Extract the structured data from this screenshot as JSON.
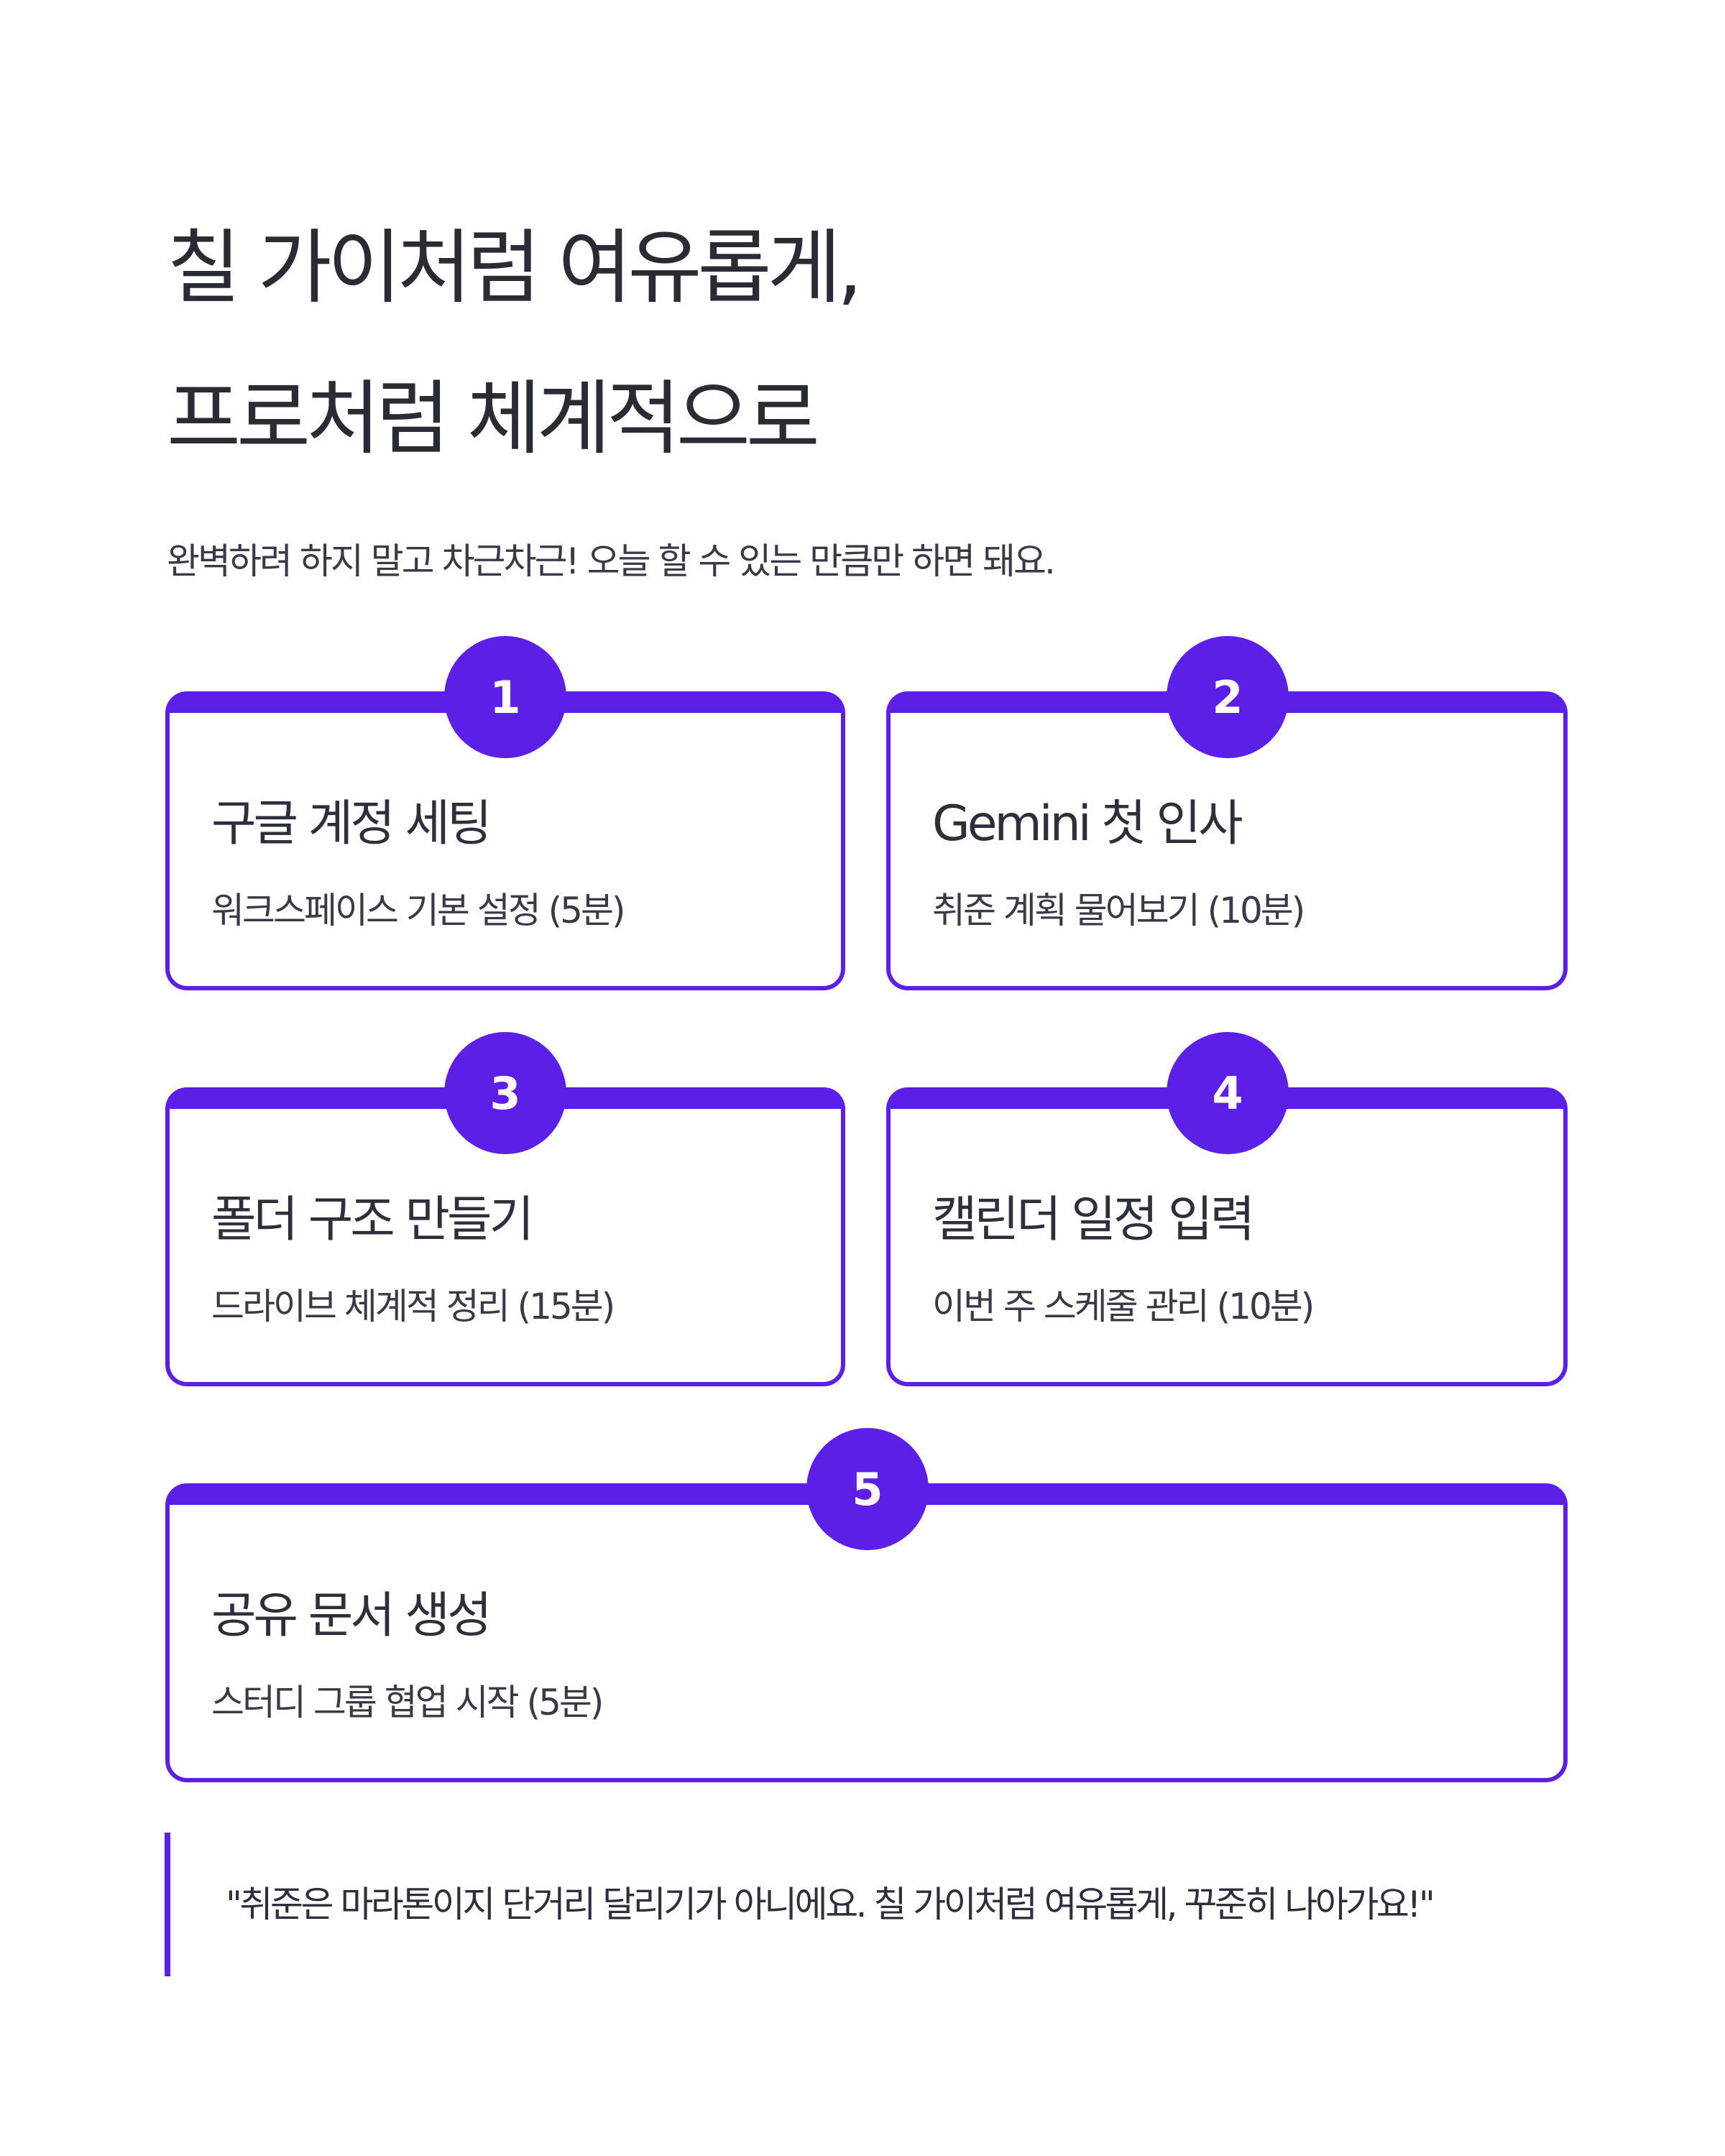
{
  "header": {
    "title_line1": "칠 가이처럼 여유롭게,",
    "title_line2": "프로처럼 체계적으로",
    "subtitle": "완벽하려 하지 말고 차근차근! 오늘 할 수 있는 만큼만 하면 돼요."
  },
  "steps": [
    {
      "number": "1",
      "title": "구글 계정 세팅",
      "desc": "워크스페이스 기본 설정 (5분)"
    },
    {
      "number": "2",
      "title": "Gemini 첫 인사",
      "desc": "취준 계획 물어보기 (10분)"
    },
    {
      "number": "3",
      "title": "폴더 구조 만들기",
      "desc": "드라이브 체계적 정리 (15분)"
    },
    {
      "number": "4",
      "title": "캘린더 일정 입력",
      "desc": "이번 주 스케줄 관리 (10분)"
    },
    {
      "number": "5",
      "title": "공유 문서 생성",
      "desc": "스터디 그룹 협업 시작 (5분)"
    }
  ],
  "quote": "\"취준은 마라톤이지 단거리 달리기가 아니에요. 칠 가이처럼 여유롭게, 꾸준히 나아가요!\"",
  "colors": {
    "accent": "#5b1fe8",
    "text": "#2b2b34",
    "background": "#ffffff"
  }
}
